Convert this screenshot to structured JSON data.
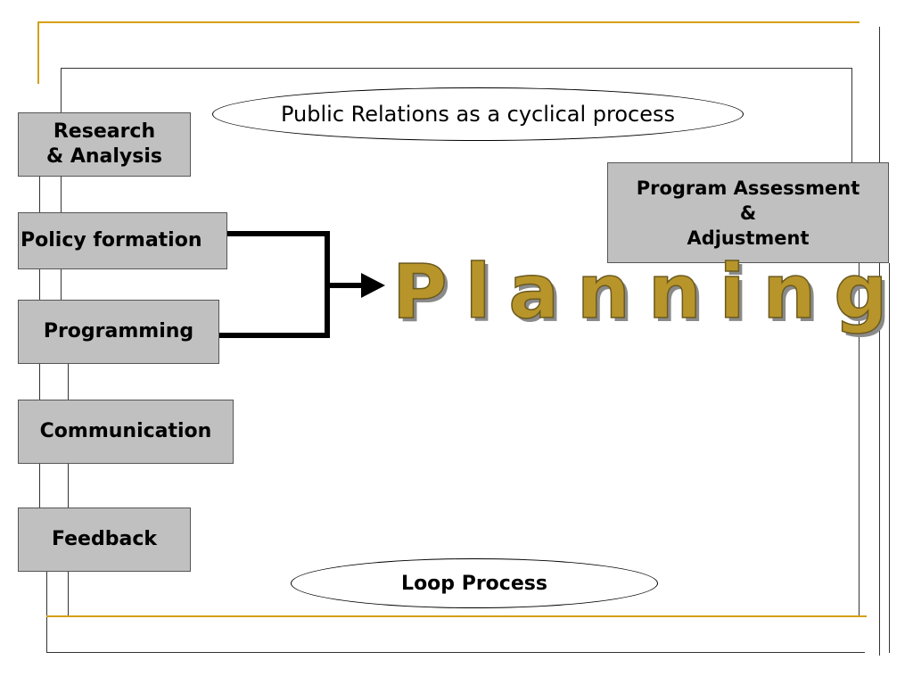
{
  "colors": {
    "accent_gold": "#d4a017",
    "box_fill": "#c0c0c0",
    "planning_text": "#b8952a"
  },
  "title": "Public Relations as a cyclical process",
  "steps": [
    "Research\n& Analysis",
    "Policy formation",
    "Programming",
    "Communication",
    "Feedback"
  ],
  "assessment": "Program Assessment\n&\nAdjustment",
  "planning": "Planning",
  "footer": "Loop Process"
}
